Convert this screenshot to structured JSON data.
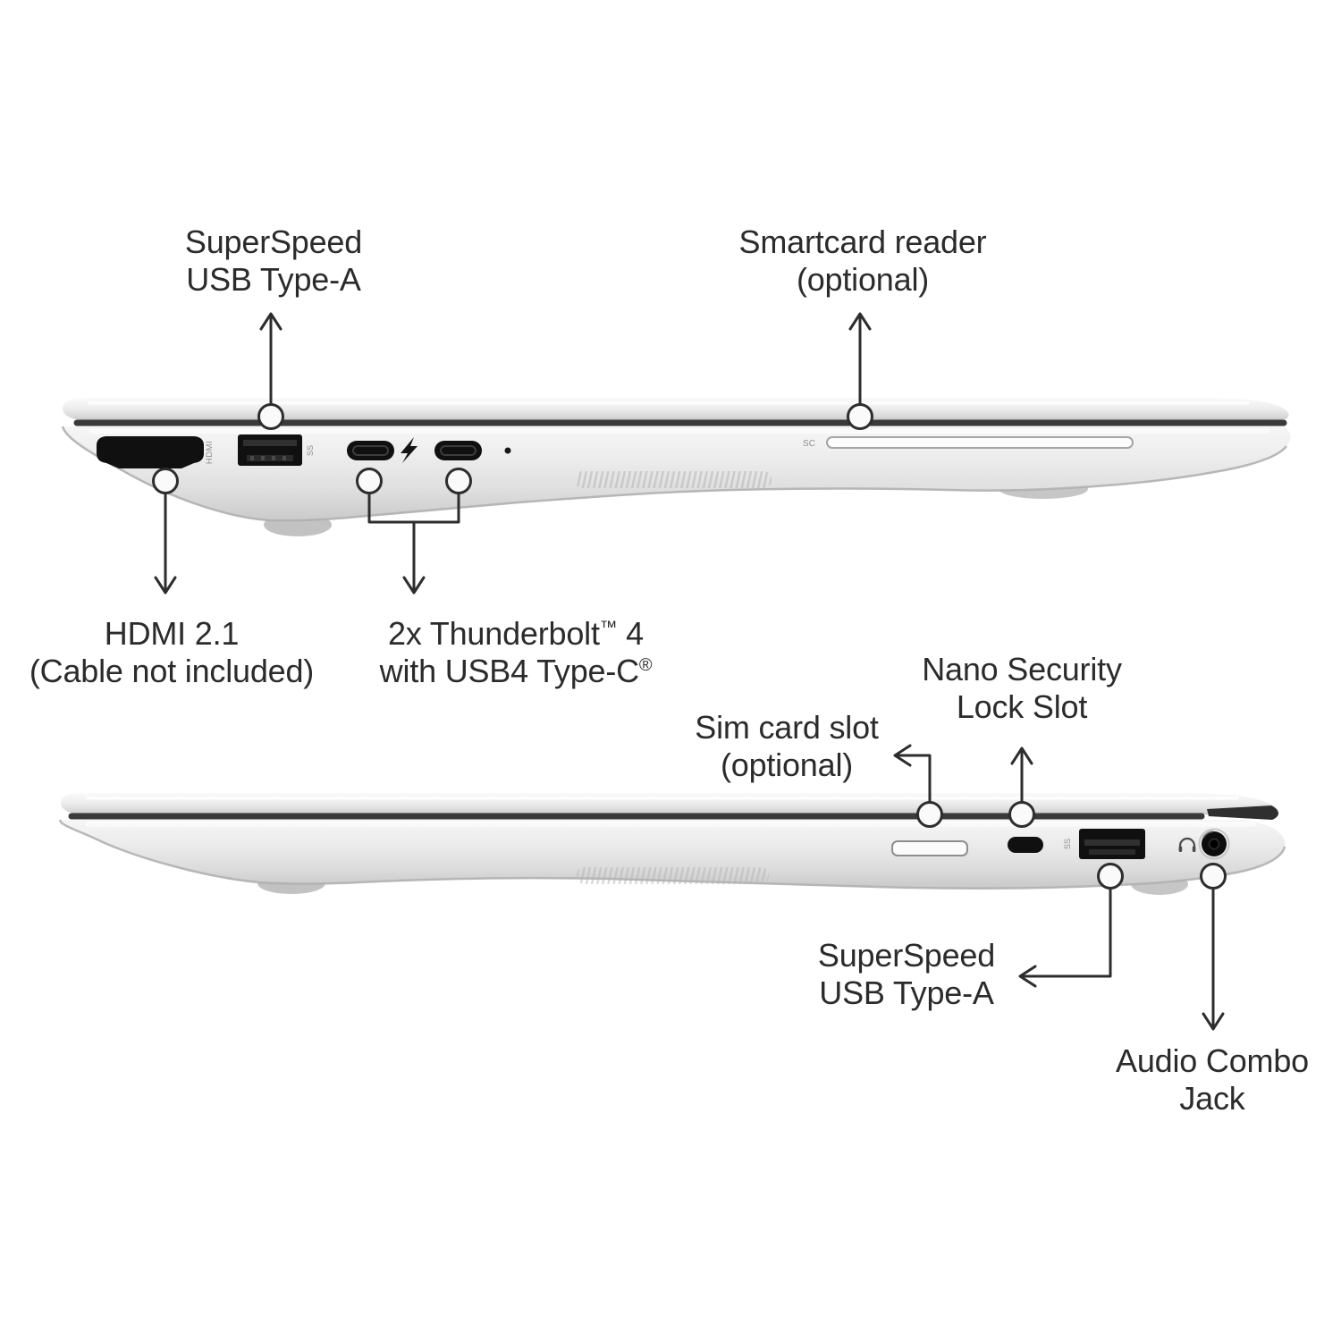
{
  "colors": {
    "background": "#ffffff",
    "text": "#2b2b2b",
    "callout-line": "#2d2d2d",
    "laptop-silver": "#e4e4e4",
    "laptop-gap": "#3a3a3a",
    "port-black": "#131313",
    "slot-outline": "#9a9a9a"
  },
  "views": {
    "left": {
      "callouts": {
        "usb_a": {
          "line1": "SuperSpeed",
          "line2": "USB Type-A"
        },
        "smartcard": {
          "line1": "Smartcard reader",
          "line2": "(optional)"
        },
        "hdmi": {
          "line1": "HDMI 2.1",
          "line2": "(Cable not included)"
        },
        "thunderbolt": {
          "line1a": "2x Thunderbolt",
          "line1sup": "™",
          "line1b": " 4",
          "line2a": "with USB4 Type-C",
          "line2sup": "®"
        }
      },
      "markings": {
        "hdmi": "HDMI",
        "usb": "SS",
        "smartcard": "SC"
      }
    },
    "right": {
      "callouts": {
        "sim": {
          "line1": "Sim card slot",
          "line2": "(optional)"
        },
        "nano": {
          "line1": "Nano Security",
          "line2": "Lock Slot"
        },
        "usb_a": {
          "line1": "SuperSpeed",
          "line2": "USB Type-A"
        },
        "audio": {
          "line1": "Audio Combo",
          "line2": "Jack"
        }
      },
      "markings": {
        "usb": "SS"
      }
    }
  }
}
